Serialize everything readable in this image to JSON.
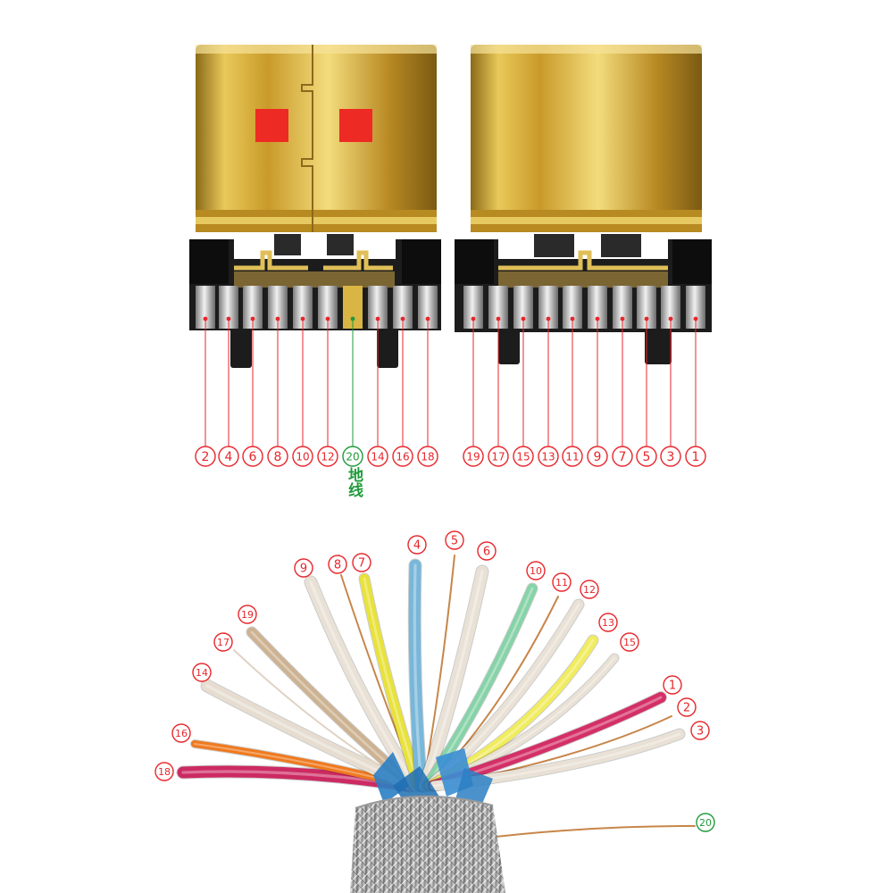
{
  "connector_left_pins": [
    "2",
    "4",
    "6",
    "8",
    "10",
    "12",
    "20",
    "14",
    "16",
    "18"
  ],
  "connector_right_pins": [
    "19",
    "17",
    "15",
    "13",
    "11",
    "9",
    "7",
    "5",
    "3",
    "1"
  ],
  "ground_label": "地线",
  "wires": [
    {
      "num": "18",
      "color": "#cc2a62"
    },
    {
      "num": "16",
      "color": "#ef7a1f"
    },
    {
      "num": "14",
      "color": "#e6ddd0"
    },
    {
      "num": "17",
      "color": "#e0d3c4"
    },
    {
      "num": "19",
      "color": "#cdb291"
    },
    {
      "num": "9",
      "color": "#e9e1d5"
    },
    {
      "num": "8",
      "color": "#c7864a"
    },
    {
      "num": "7",
      "color": "#e8e23a"
    },
    {
      "num": "4",
      "color": "#78b7d9"
    },
    {
      "num": "5",
      "color": "#c7864a"
    },
    {
      "num": "6",
      "color": "#e9e1d5"
    },
    {
      "num": "10",
      "color": "#86d3a8"
    },
    {
      "num": "11",
      "color": "#c7864a"
    },
    {
      "num": "12",
      "color": "#e9e1d5"
    },
    {
      "num": "13",
      "color": "#f1ec5e"
    },
    {
      "num": "15",
      "color": "#e9e1d5"
    },
    {
      "num": "1",
      "color": "#d42f66"
    },
    {
      "num": "2",
      "color": "#c7864a"
    },
    {
      "num": "3",
      "color": "#e9e1d5"
    },
    {
      "num": "20",
      "color": "#c7864a"
    }
  ],
  "colors": {
    "pin_label": "#e8262b",
    "ground": "#1f9a3a",
    "gold": "#d9b544",
    "housing": "#1c1c1c"
  }
}
